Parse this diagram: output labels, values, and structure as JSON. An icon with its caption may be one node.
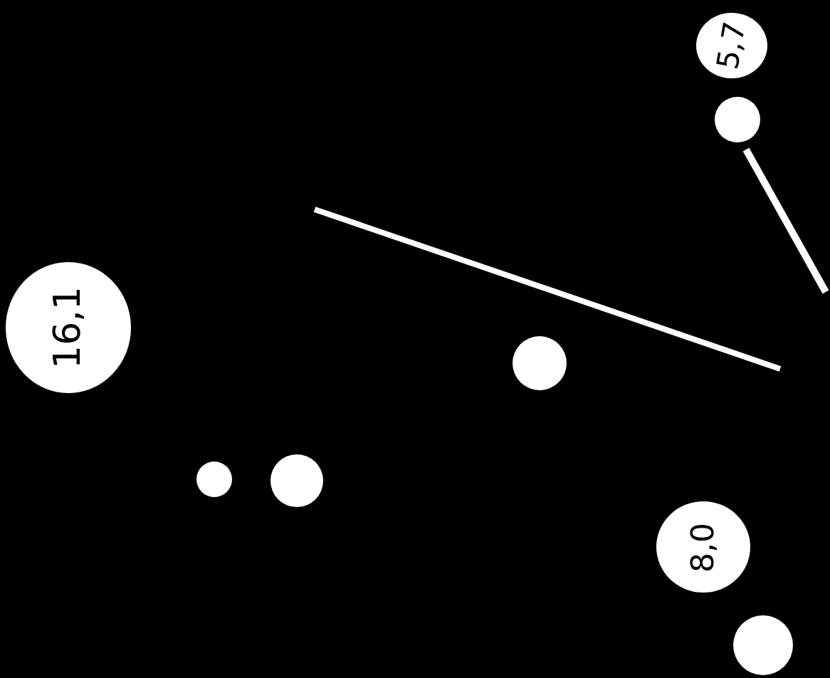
{
  "diagram": {
    "nodes": [
      {
        "text": [
          "5,7"
        ]
      },
      {
        "text": [],
        "shape": "circle"
      },
      {
        "text": [
          "16,1"
        ]
      },
      {
        "text": [],
        "shape": "circle"
      },
      {
        "text": [],
        "shape": "circle"
      },
      {
        "text": [],
        "shape": "circle"
      },
      {
        "text": [
          "8,0"
        ]
      },
      {
        "text": [],
        "shape": "circle"
      }
    ]
  }
}
